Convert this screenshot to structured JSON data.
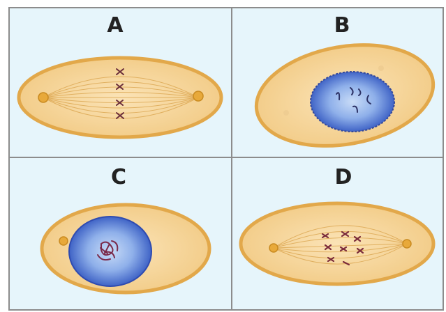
{
  "panels": [
    {
      "label": "A",
      "stage": "metaphase"
    },
    {
      "label": "B",
      "stage": "interphase"
    },
    {
      "label": "C",
      "stage": "prophase"
    },
    {
      "label": "D",
      "stage": "prometaphase"
    }
  ],
  "colors": {
    "background": "#e6f5fb",
    "grid_line": "#8c8c8c",
    "cell_fill": "#f6d9a3",
    "cell_border": "#e2a84a",
    "spindle": "#d9a24a",
    "nucleus_outer": "#3f63c6",
    "nucleus_inner": "#a9c3ee",
    "chromosome": "#6b2e3a"
  }
}
